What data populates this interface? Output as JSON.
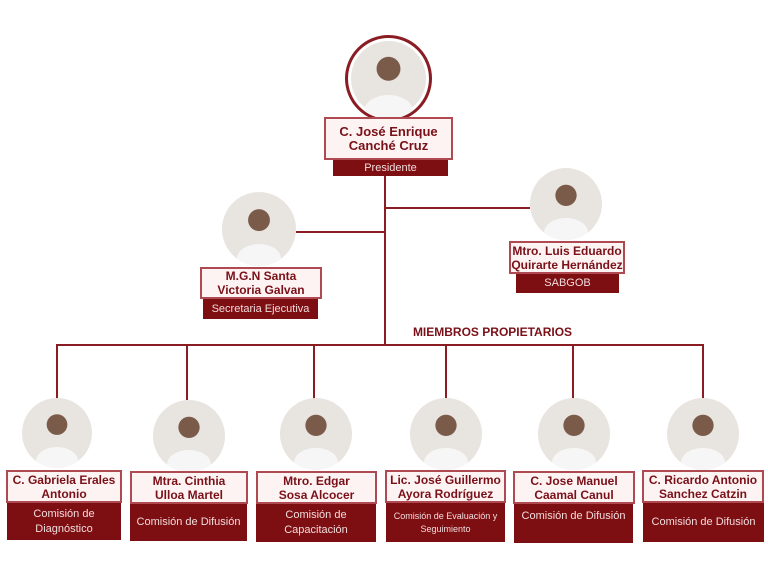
{
  "president": {
    "name": "C. José Enrique Canché Cruz",
    "role": "Presidente"
  },
  "secretary": {
    "name": "M.G.N Santa Victoria Galvan",
    "role": "Secretaria Ejecutiva"
  },
  "sabgob": {
    "name": "Mtro. Luis Eduardo Quirarte Hernández",
    "role": "SABGOB"
  },
  "members_heading": "MIEMBROS PROPIETARIOS",
  "members": [
    {
      "name": "C. Gabriela Erales Antonio",
      "role": "Comisión de Diagnóstico"
    },
    {
      "name": "Mtra. Cinthia Ulloa Martel",
      "role": "Comisión de Difusión"
    },
    {
      "name": "Mtro. Edgar Sosa Alcocer",
      "role": "Comisión de Capacitación"
    },
    {
      "name": "Lic. José Guillermo Ayora Rodríguez",
      "role": "Comisión de Evaluación y Seguimiento"
    },
    {
      "name": "C. Jose Manuel Caamal Canul",
      "role": "Comisión de Difusión"
    },
    {
      "name": "C. Ricardo Antonio Sanchez Catzin",
      "role": "Comisión de Difusión"
    }
  ]
}
